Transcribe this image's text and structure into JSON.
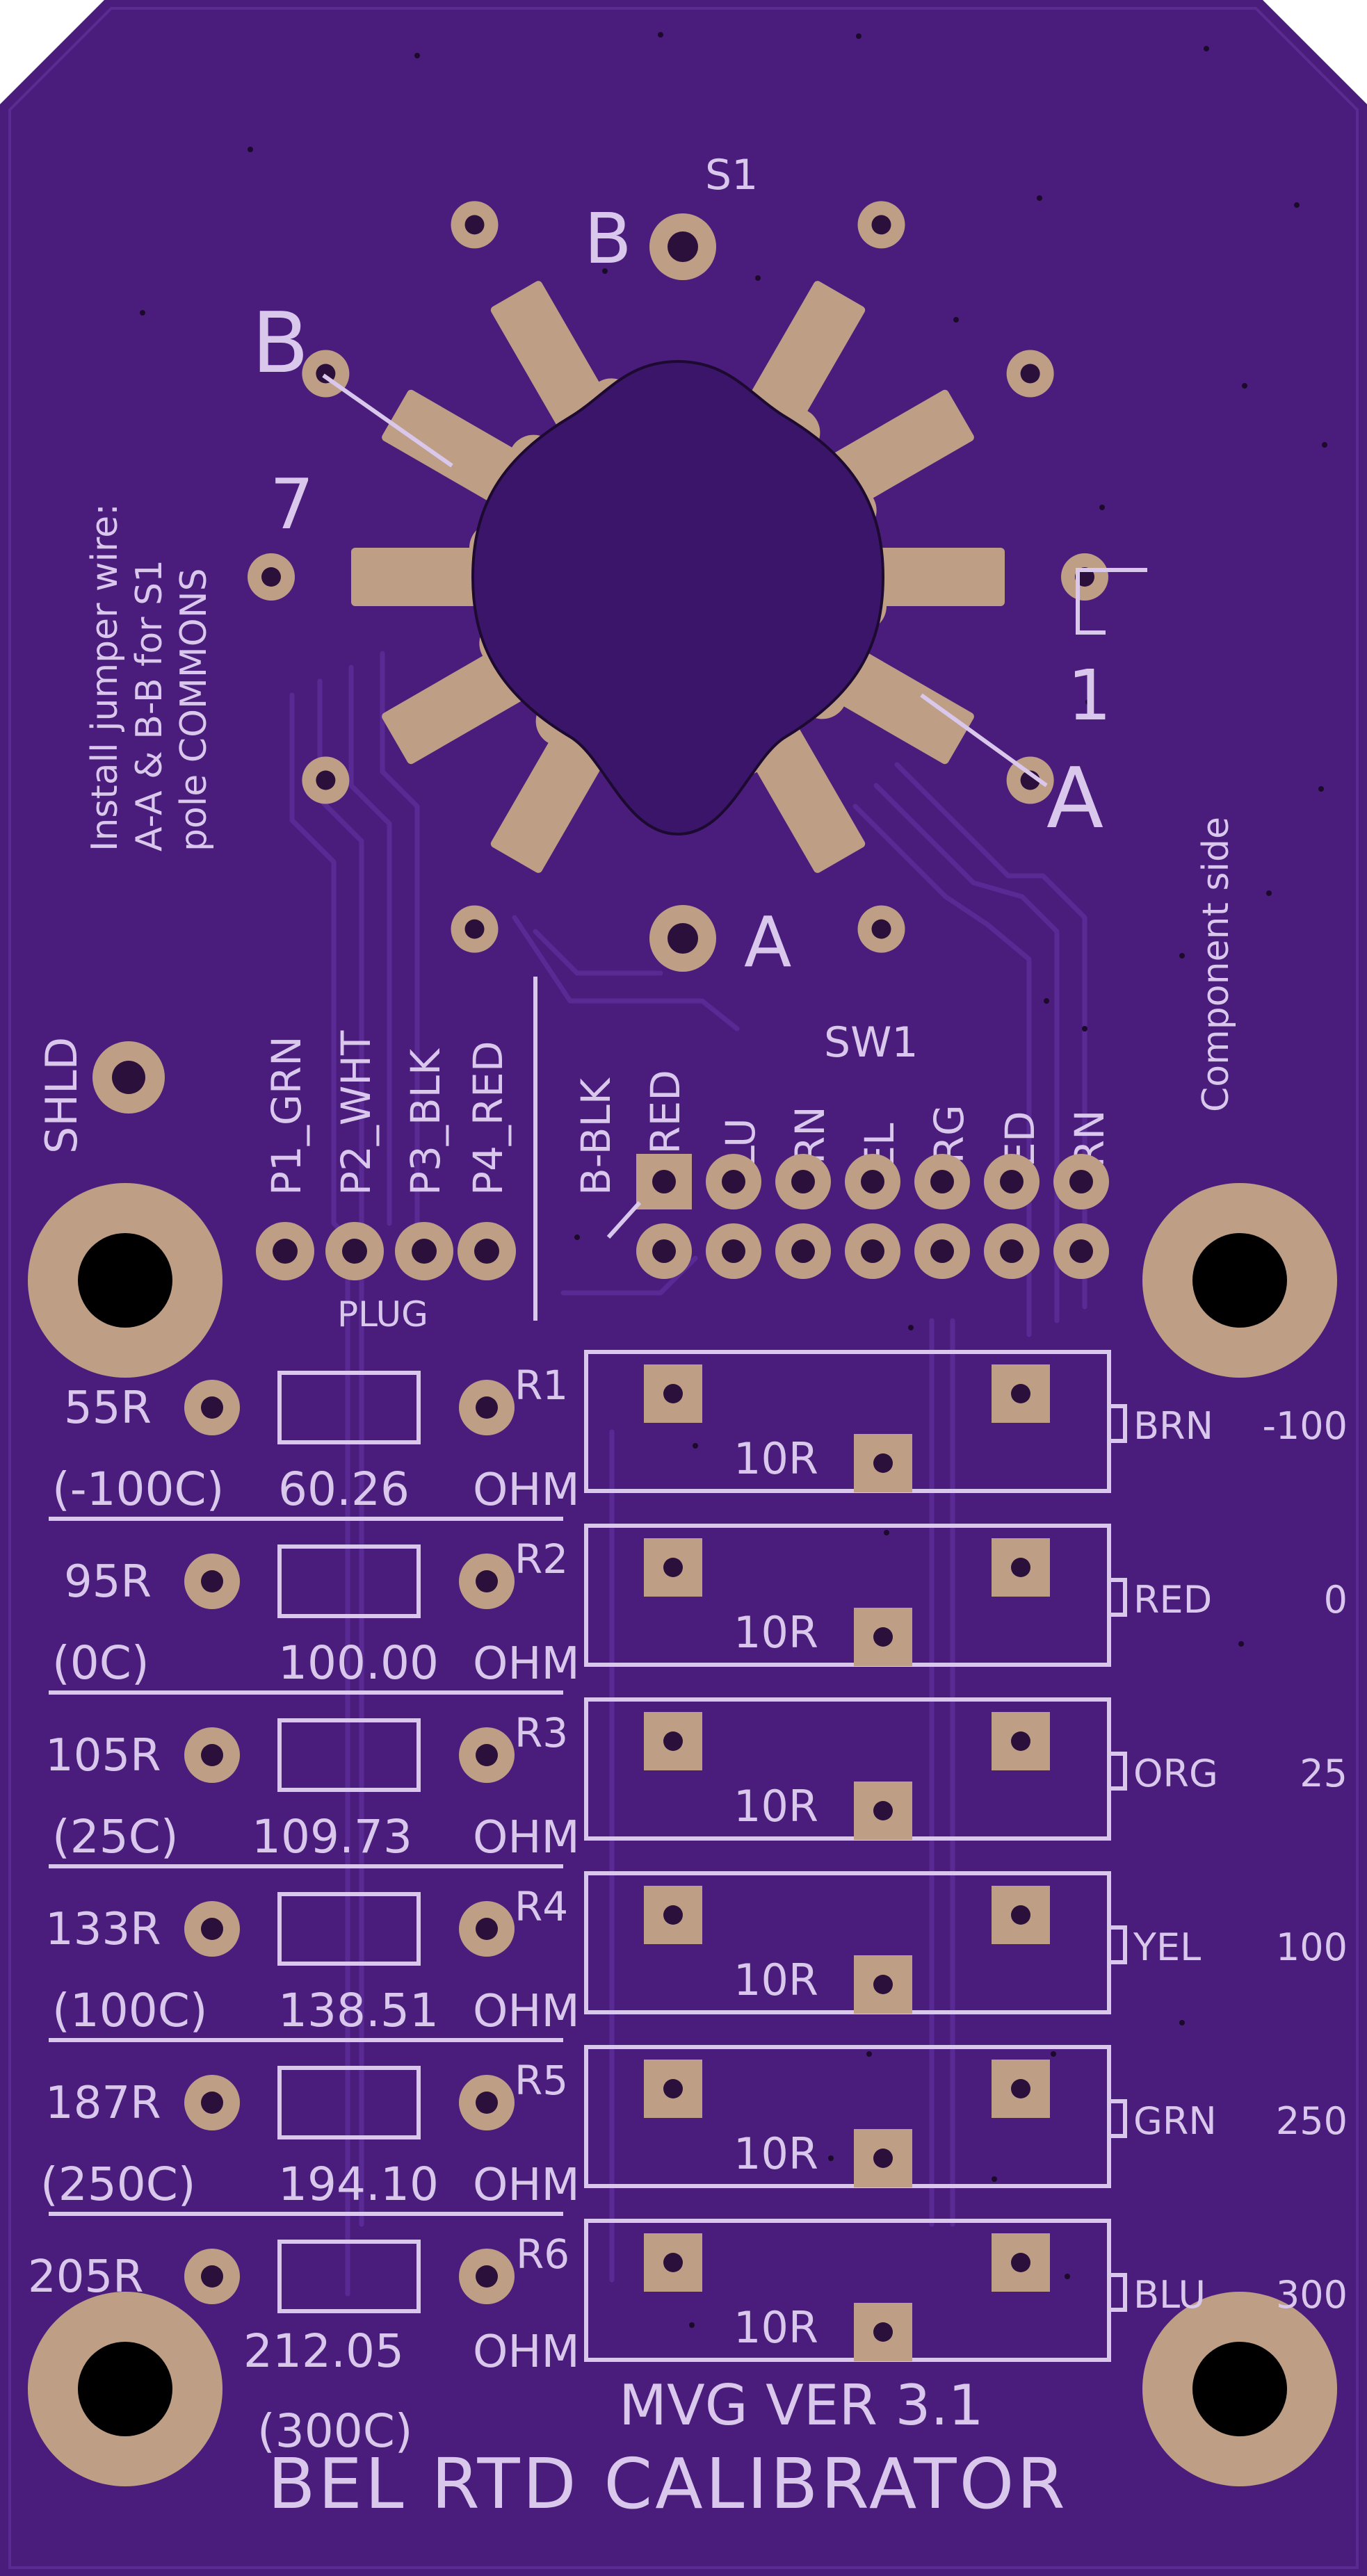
{
  "colors": {
    "board": "#4a1d7d",
    "board_dark": "#3b156a",
    "silkscreen": "#d9c8ec",
    "copper_pad": "#bf9e86",
    "drill": "#2a103a",
    "background": "#ffffff"
  },
  "title": "BEL RTD CALIBRATOR",
  "version": "MVG VER 3.1",
  "component_side": "Component side",
  "instructions": [
    "Install jumper wire:",
    "A-A & B-B for S1",
    "pole COMMONS"
  ],
  "switch": {
    "designator": "S1",
    "marks": {
      "b_top": "B",
      "b_side": "B",
      "seven": "7",
      "one": "1",
      "a_side": "A",
      "a_bottom": "A"
    }
  },
  "shield_label": "SHLD",
  "plug": {
    "label": "PLUG",
    "pins": [
      "P1_GRN",
      "P2_WHT",
      "P3_BLK",
      "P4_RED"
    ]
  },
  "sw1": {
    "label": "SW1",
    "pins": [
      "B-BLK",
      "A-RED",
      "BLU",
      "GRN",
      "YEL",
      "ORG",
      "RED",
      "BRN"
    ]
  },
  "rows": [
    {
      "designator": "R1",
      "resistor": "55R",
      "temp": "(-100C)",
      "ohms": "60.26",
      "unit": "OHM",
      "trim": "10R",
      "wire": "BRN",
      "setpoint": "-100"
    },
    {
      "designator": "R2",
      "resistor": "95R",
      "temp": "(0C)",
      "ohms": "100.00",
      "unit": "OHM",
      "trim": "10R",
      "wire": "RED",
      "setpoint": "0"
    },
    {
      "designator": "R3",
      "resistor": "105R",
      "temp": "(25C)",
      "ohms": "109.73",
      "unit": "OHM",
      "trim": "10R",
      "wire": "ORG",
      "setpoint": "25"
    },
    {
      "designator": "R4",
      "resistor": "133R",
      "temp": "(100C)",
      "ohms": "138.51",
      "unit": "OHM",
      "trim": "10R",
      "wire": "YEL",
      "setpoint": "100"
    },
    {
      "designator": "R5",
      "resistor": "187R",
      "temp": "(250C)",
      "ohms": "194.10",
      "unit": "OHM",
      "trim": "10R",
      "wire": "GRN",
      "setpoint": "250"
    },
    {
      "designator": "R6",
      "resistor": "205R",
      "temp": "(300C)",
      "ohms": "212.05",
      "unit": "OHM",
      "trim": "10R",
      "wire": "BLU",
      "setpoint": "300"
    }
  ]
}
